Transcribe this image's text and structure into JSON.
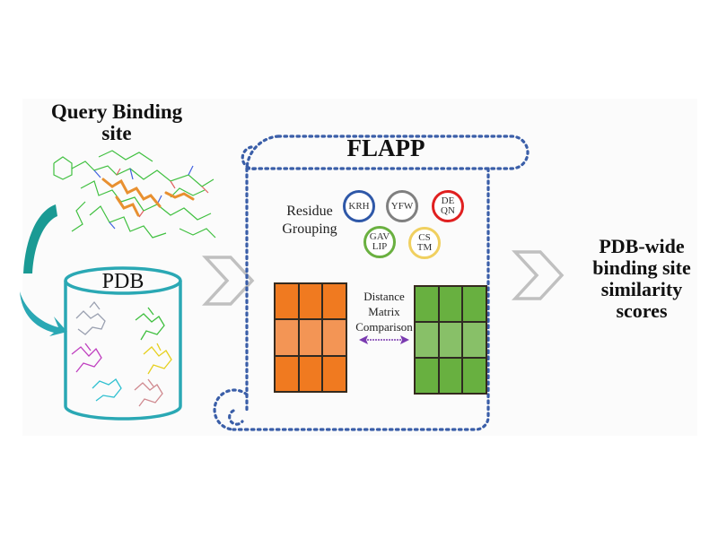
{
  "query": {
    "title_line1": "Query Binding",
    "title_line2": "site"
  },
  "database": {
    "label": "PDB",
    "cylinder_color": "#2aa8b4",
    "structure_colors": [
      "#9aa0b0",
      "#3fbf3f",
      "#c040c0",
      "#e6d020",
      "#30c0d0",
      "#d08a90"
    ]
  },
  "flapp": {
    "title": "FLAPP",
    "border_color": "#3a5ea8",
    "residue_grouping": {
      "label_line1": "Residue",
      "label_line2": "Grouping",
      "groups": [
        {
          "line1": "KRH",
          "line2": "",
          "color": "#2f58a8"
        },
        {
          "line1": "YFW",
          "line2": "",
          "color": "#808080"
        },
        {
          "line1": "DE",
          "line2": "QN",
          "color": "#e02020"
        },
        {
          "line1": "GAV",
          "line2": "LIP",
          "color": "#6ab040"
        },
        {
          "line1": "CS",
          "line2": "TM",
          "color": "#f0d060"
        }
      ]
    },
    "comparison": {
      "label_line1": "Distance",
      "label_line2": "Matrix",
      "label_line3": "Comparison",
      "arrow_color": "#7a3ab0",
      "matrix_left": {
        "color": "#f07a20",
        "highlight_color": "#f39555"
      },
      "matrix_right": {
        "color": "#68b040",
        "highlight_color": "#88c068"
      }
    }
  },
  "result": {
    "line1": "PDB-wide",
    "line2": "binding site",
    "line3": "similarity",
    "line4": "scores"
  },
  "colors": {
    "chevron": "#c0c0c0",
    "teal_arrow": "#1a9a94"
  }
}
